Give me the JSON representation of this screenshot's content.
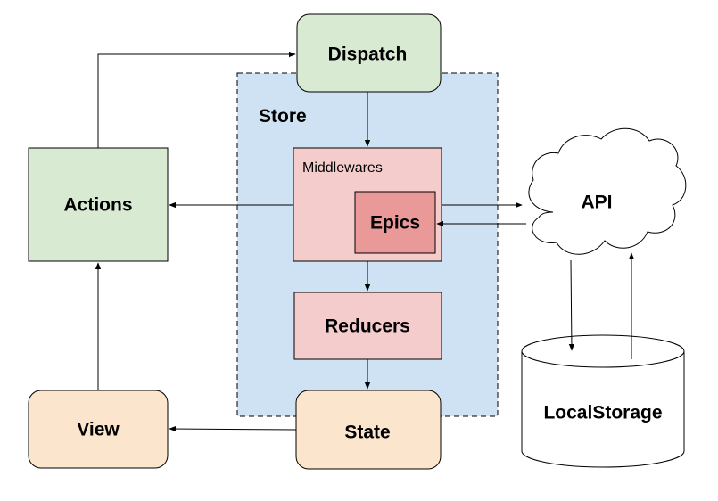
{
  "diagram": {
    "nodes": {
      "dispatch": {
        "label": "Dispatch",
        "shape": "rounded-rect",
        "fill": "#d9ead3"
      },
      "store": {
        "label": "Store",
        "shape": "dashed-container",
        "fill": "#cfe2f3"
      },
      "middlewares": {
        "label": "Middlewares",
        "shape": "rect",
        "fill": "#f4cccc"
      },
      "epics": {
        "label": "Epics",
        "shape": "rect",
        "fill": "#ea9999"
      },
      "reducers": {
        "label": "Reducers",
        "shape": "rect",
        "fill": "#f4cccc"
      },
      "state": {
        "label": "State",
        "shape": "rounded-rect",
        "fill": "#fce5cd"
      },
      "actions": {
        "label": "Actions",
        "shape": "rect",
        "fill": "#d9ead3"
      },
      "view": {
        "label": "View",
        "shape": "rounded-rect",
        "fill": "#fce5cd"
      },
      "api": {
        "label": "API",
        "shape": "cloud",
        "fill": "#ffffff"
      },
      "localstorage": {
        "label": "LocalStorage",
        "shape": "cylinder",
        "fill": "#ffffff"
      }
    },
    "edges": [
      {
        "from": "actions",
        "to": "dispatch"
      },
      {
        "from": "dispatch",
        "to": "middlewares"
      },
      {
        "from": "middlewares",
        "to": "actions"
      },
      {
        "from": "middlewares",
        "to": "api"
      },
      {
        "from": "api",
        "to": "epics"
      },
      {
        "from": "middlewares",
        "to": "reducers"
      },
      {
        "from": "reducers",
        "to": "state"
      },
      {
        "from": "state",
        "to": "view"
      },
      {
        "from": "view",
        "to": "actions"
      },
      {
        "from": "api",
        "to": "localstorage"
      },
      {
        "from": "localstorage",
        "to": "api"
      }
    ],
    "colors": {
      "stroke": "#000000",
      "store_border": "#000000"
    }
  }
}
